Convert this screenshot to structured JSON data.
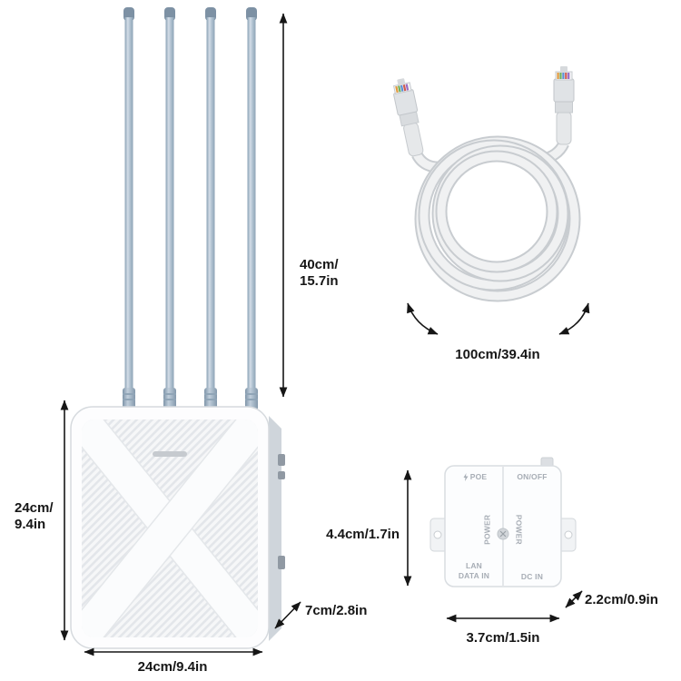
{
  "dimensions": {
    "antenna_height": "40cm/\n15.7in",
    "device_height": "24cm/\n9.4in",
    "device_width": "24cm/9.4in",
    "device_depth": "7cm/2.8in",
    "cable_length": "100cm/39.4in",
    "injector_height": "4.4cm/1.7in",
    "injector_width": "3.7cm/1.5in",
    "injector_depth": "2.2cm/0.9in"
  },
  "injector": {
    "poe": "POE",
    "on_off": "ON/OFF",
    "power_left": "POWER",
    "power_right": "POWER",
    "lan_port": "LAN\nDATA IN",
    "dc_port": "DC IN"
  },
  "colors": {
    "antenna": "#a9bccb",
    "arrow": "#161616",
    "device_body": "#fdfdfe",
    "cable": "#f0f1f2",
    "label_text": "#161616",
    "injector_text": "#a7adb5"
  }
}
